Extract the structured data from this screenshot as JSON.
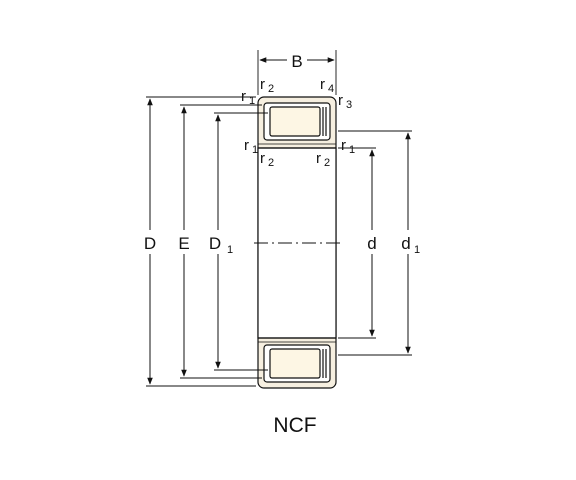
{
  "labels": {
    "B": "B",
    "D": "D",
    "E": "E",
    "D1": "D",
    "D1_sub": "1",
    "d": "d",
    "d1": "d",
    "d1_sub": "1",
    "r": "r",
    "sub_1": "1",
    "sub_2": "2",
    "sub_3": "3",
    "sub_4": "4"
  },
  "caption": "NCF",
  "colors": {
    "line": "#111111",
    "ring_fill": "#f6efe0",
    "roller_fill": "#fdf6e4"
  }
}
